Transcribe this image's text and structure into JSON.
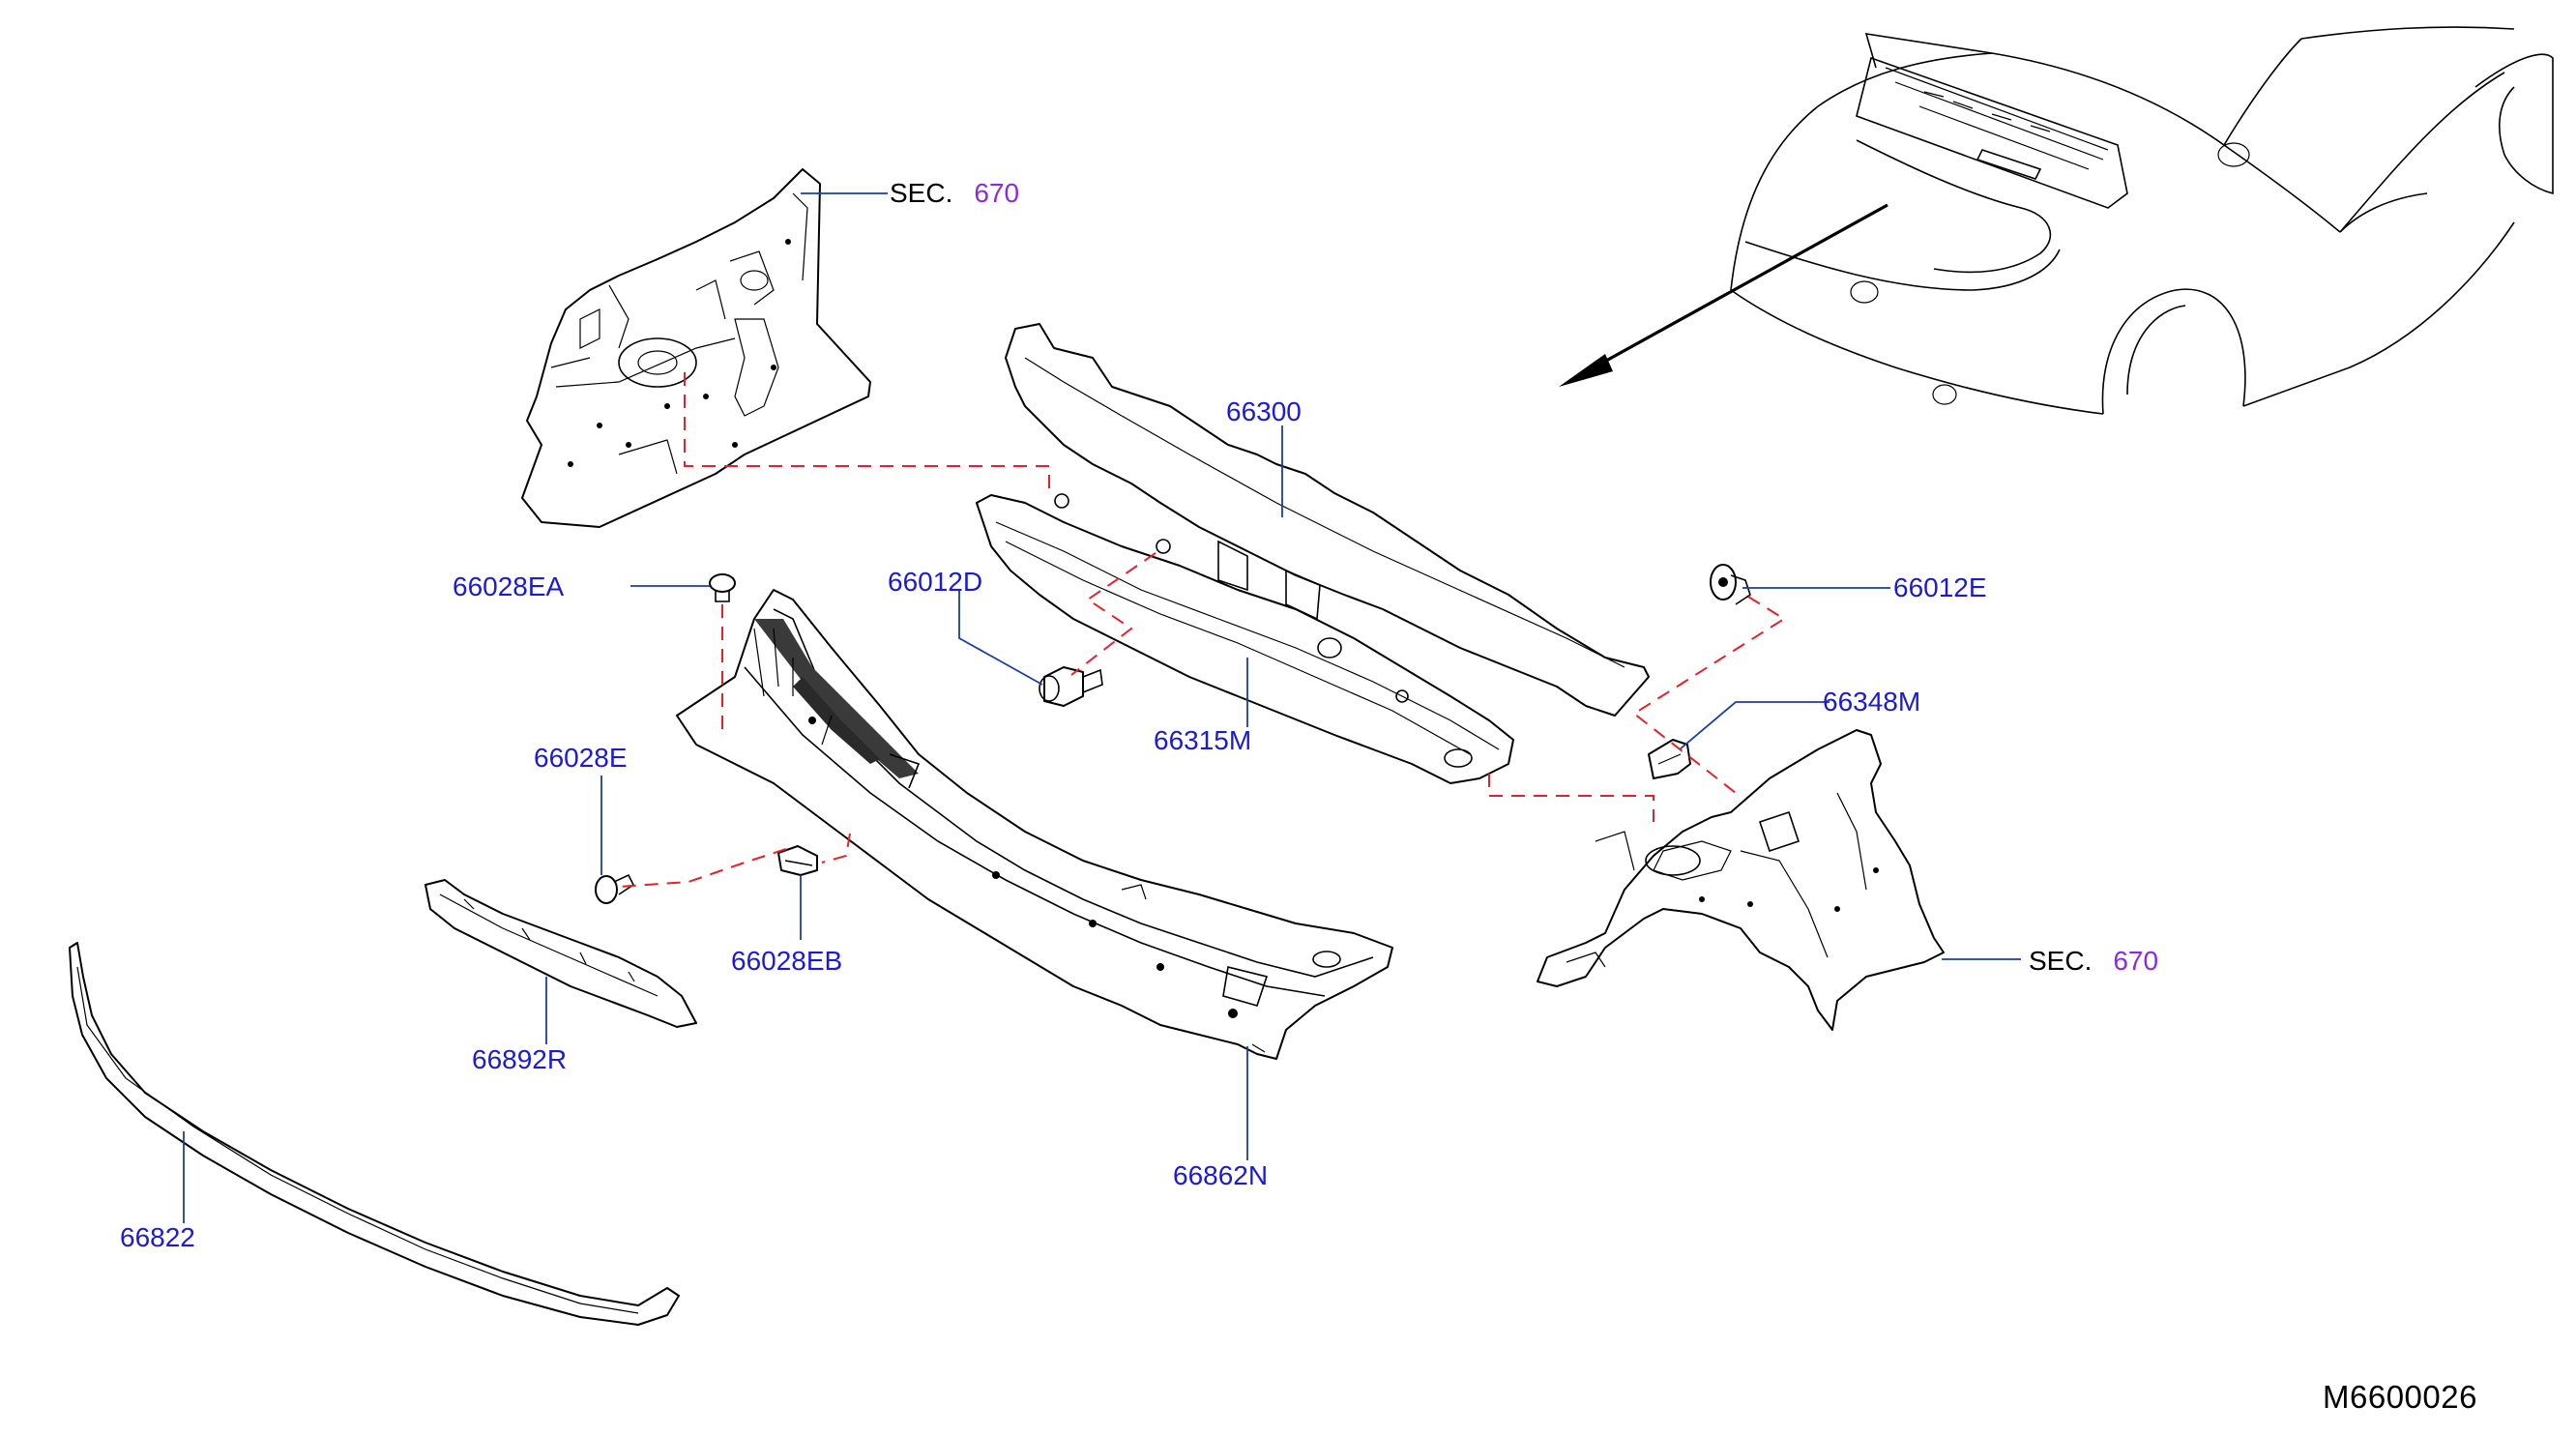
{
  "callouts": {
    "p66300": "66300",
    "p66315m": "66315M",
    "p66012d": "66012D",
    "p66012e": "66012E",
    "p66348m": "66348M",
    "p66028ea": "66028EA",
    "p66028e": "66028E",
    "p66028eb": "66028EB",
    "p66892r": "66892R",
    "p66862n": "66862N",
    "p66822": "66822"
  },
  "section_refs": [
    {
      "prefix": "SEC.",
      "number": "670"
    },
    {
      "prefix": "SEC.",
      "number": "670"
    }
  ],
  "drawing_id": "M6600026",
  "colors": {
    "part_number": "#1b1bd6",
    "section_number": "#8a2be2",
    "leader_line": "#1a3ea8",
    "connector_dash": "#e8202a",
    "outline": "#000000"
  }
}
